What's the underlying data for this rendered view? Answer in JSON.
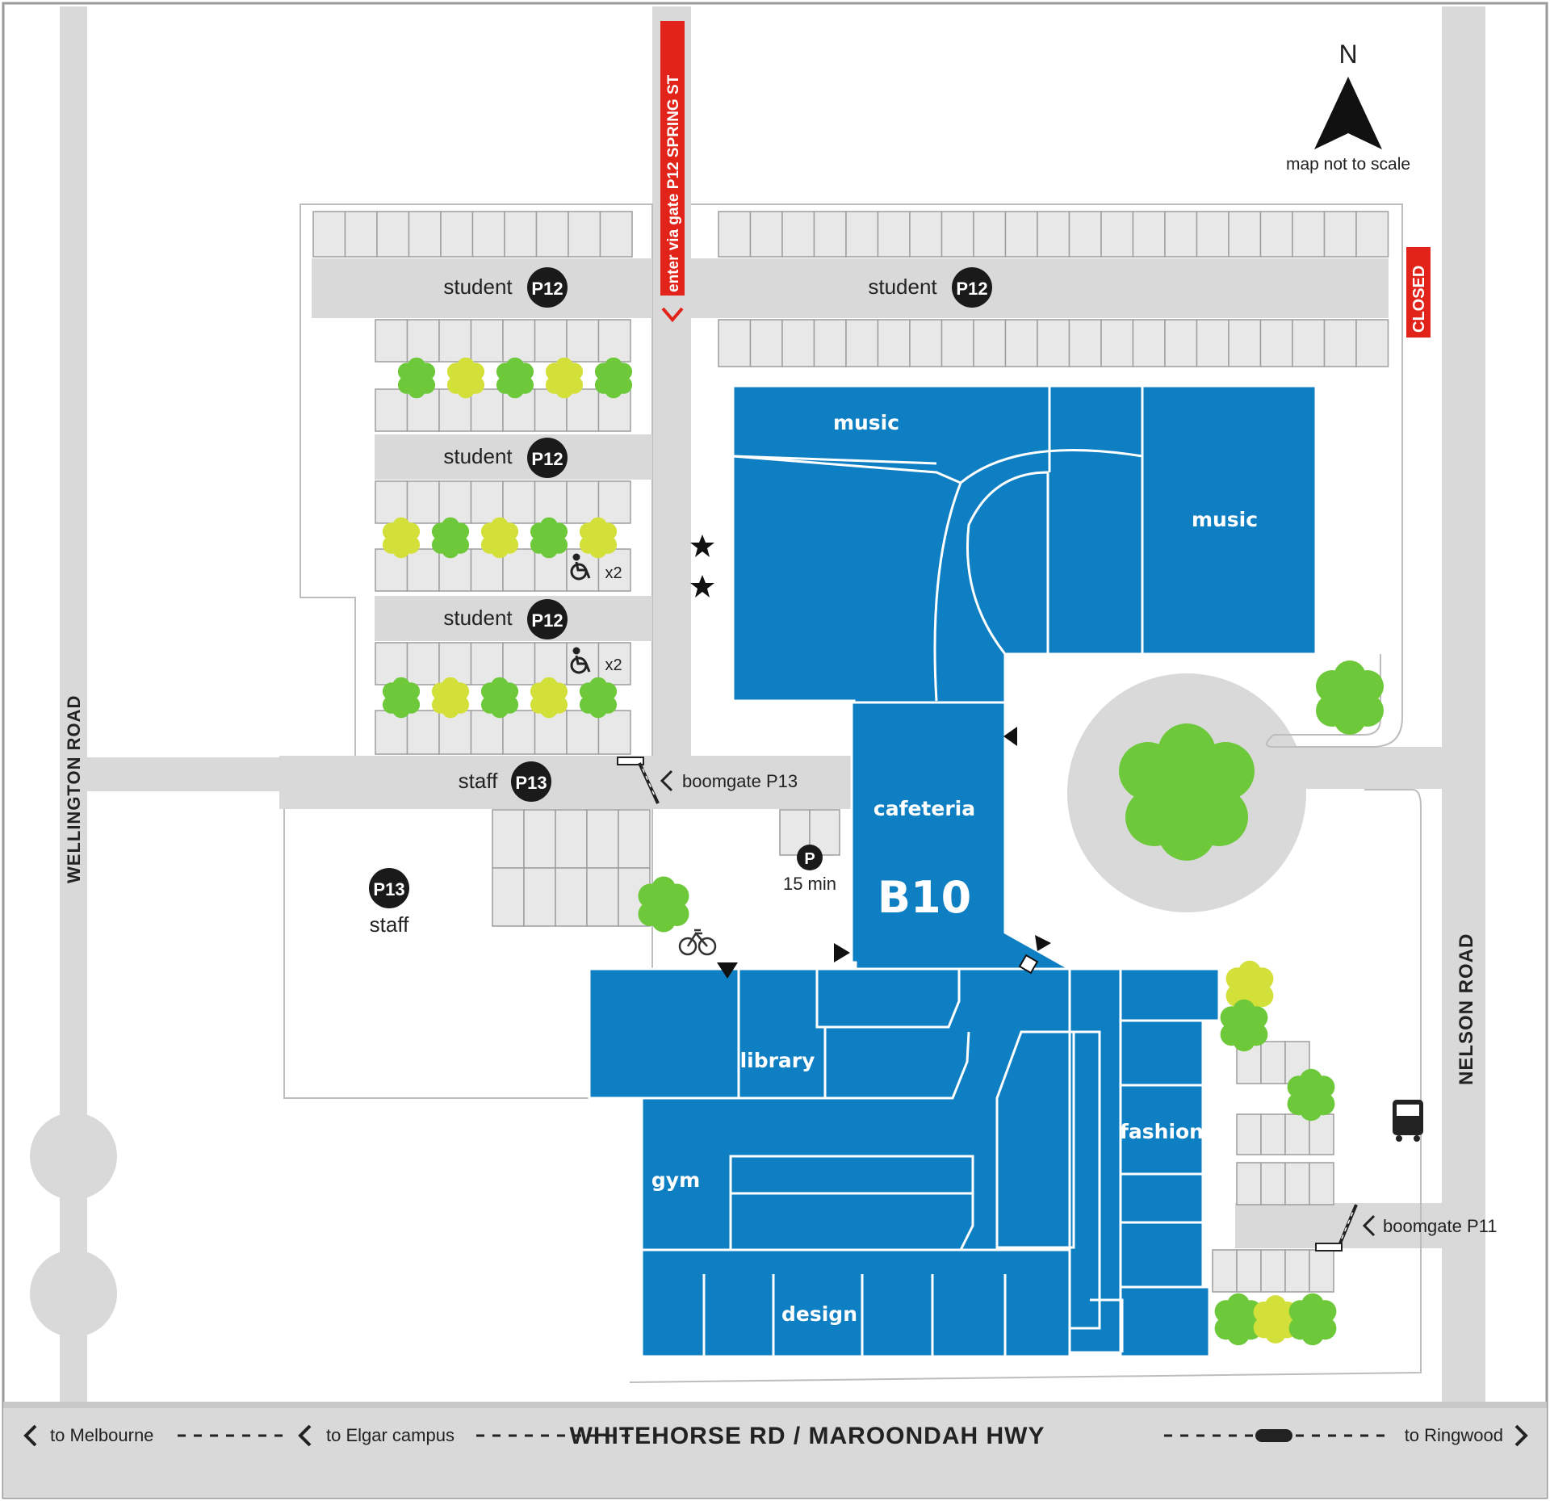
{
  "map": {
    "north_label": "N",
    "scale_note": "map not to scale",
    "closed_label": "CLOSED",
    "spring_st_label": "enter via gate P12 SPRING ST",
    "roads": {
      "west": "WELLINGTON ROAD",
      "east": "NELSON ROAD",
      "south": "WHITEHORSE RD / MAROONDAH HWY"
    },
    "directions": {
      "melbourne": "to Melbourne",
      "elgar": "to Elgar campus",
      "ringwood": "to Ringwood"
    },
    "parking": {
      "student_label": "student",
      "staff_label": "staff",
      "p12_badge": "P12",
      "p13_badge": "P13",
      "p_badge": "P",
      "short_stay": "15 min",
      "accessible_count": "x2"
    },
    "boomgates": {
      "p13": "boomgate P13",
      "p11": "boomgate P11"
    },
    "buildings": {
      "code": "B10",
      "music_1": "music",
      "music_2": "music",
      "cafeteria": "cafeteria",
      "library": "library",
      "gym": "gym",
      "fashion": "fashion",
      "design": "design"
    },
    "colors": {
      "building": "#0f7fc3",
      "road": "#d9d9d9",
      "parking_bay": "#e8e8e8",
      "tree_green": "#6ec93a",
      "tree_yellow": "#d4e03a",
      "closed": "#e2231a",
      "badge": "#1a1a1a"
    },
    "icons": [
      "north-arrow-icon",
      "star-icon",
      "wheelchair-icon",
      "bicycle-icon",
      "bus-icon",
      "entrance-arrow-icon",
      "boomgate-icon",
      "tree-icon",
      "chevron-left-icon",
      "chevron-right-icon"
    ]
  }
}
